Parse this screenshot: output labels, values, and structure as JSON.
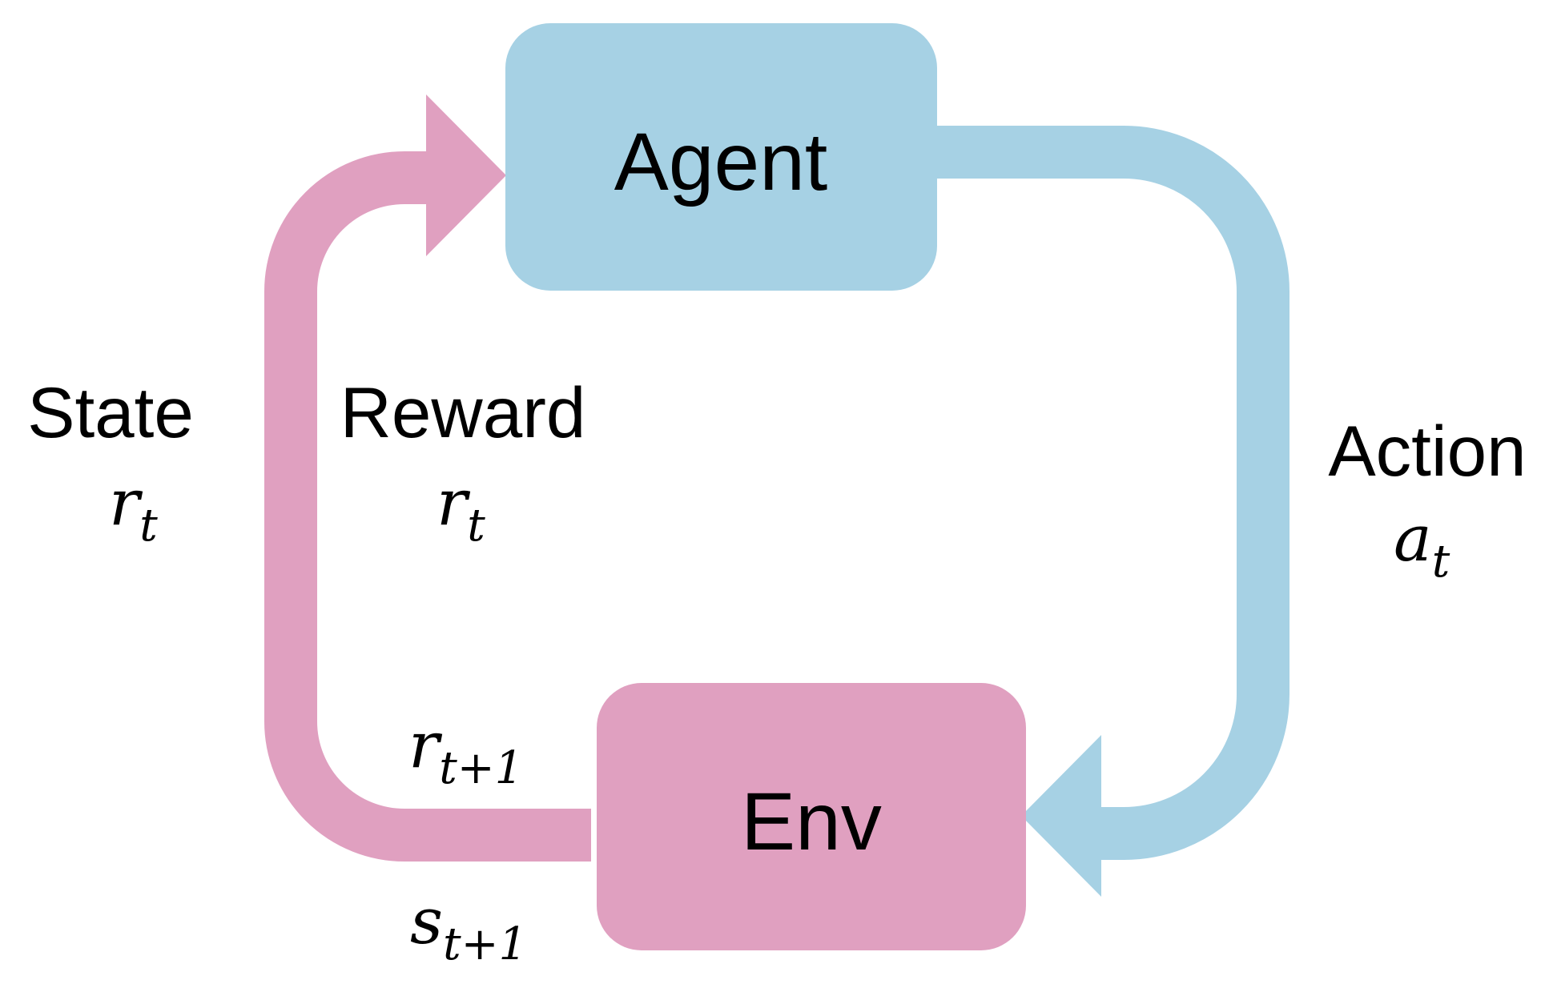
{
  "colors": {
    "agent": "#a6d1e4",
    "env": "#e0a0c0",
    "background": "#ffffff",
    "text": "#000000"
  },
  "nodes": {
    "agent": {
      "label": "Agent"
    },
    "env": {
      "label": "Env"
    }
  },
  "labels": {
    "state": {
      "title": "State",
      "symbol": "r",
      "subscript": "t"
    },
    "reward": {
      "title": "Reward",
      "symbol": "r",
      "subscript": "t"
    },
    "action": {
      "title": "Action",
      "symbol": "a",
      "subscript": "t"
    },
    "next_reward": {
      "symbol": "r",
      "subscript": "t+1"
    },
    "next_state": {
      "symbol": "s",
      "subscript": "t+1"
    }
  }
}
